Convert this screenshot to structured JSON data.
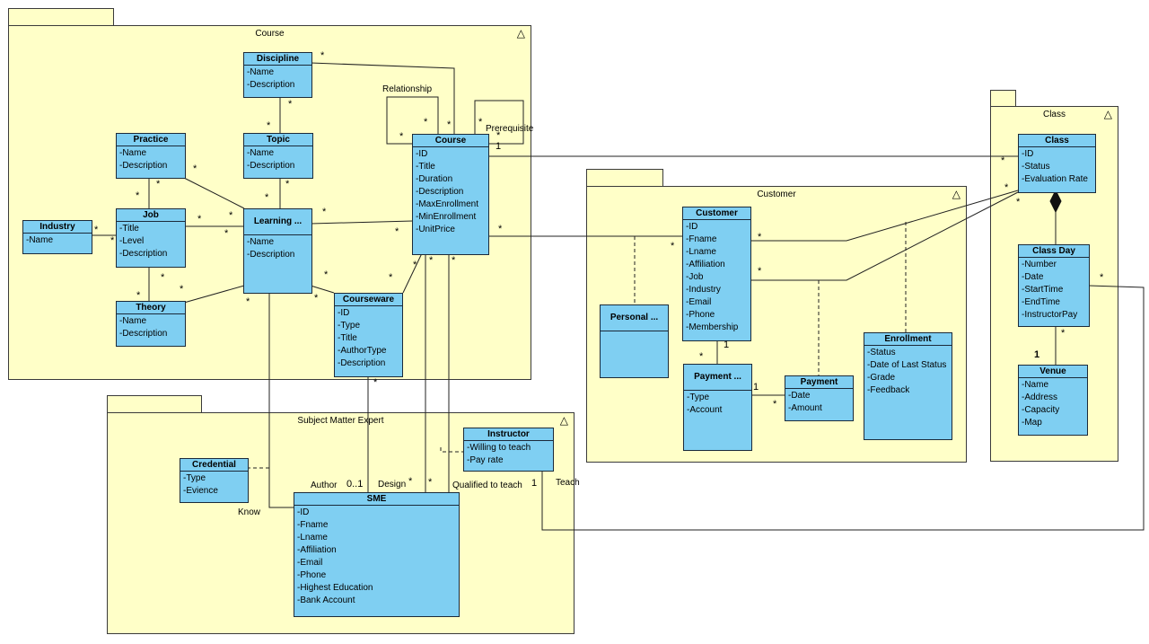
{
  "packages": {
    "course": "Course",
    "class": "Class",
    "customer": "Customer",
    "sme": "Subject Matter Expert"
  },
  "classes": {
    "discipline": {
      "name": "Discipline",
      "attrs": [
        "-Name",
        "-Description"
      ]
    },
    "practice": {
      "name": "Practice",
      "attrs": [
        "-Name",
        "-Description"
      ]
    },
    "topic": {
      "name": "Topic",
      "attrs": [
        "-Name",
        "-Description"
      ]
    },
    "course": {
      "name": "Course",
      "attrs": [
        "-ID",
        "-Title",
        "-Duration",
        "-Description",
        "-MaxEnrollment",
        "-MinEnrollment",
        "-UnitPrice"
      ]
    },
    "industry": {
      "name": "Industry",
      "attrs": [
        "-Name"
      ]
    },
    "job": {
      "name": "Job",
      "attrs": [
        "-Title",
        "-Level",
        "-Description"
      ]
    },
    "learning": {
      "name": "Learning ...",
      "attrs": [
        "-Name",
        "-Description"
      ]
    },
    "theory": {
      "name": "Theory",
      "attrs": [
        "-Name",
        "-Description"
      ]
    },
    "courseware": {
      "name": "Courseware",
      "attrs": [
        "-ID",
        "-Type",
        "-Title",
        "-AuthorType",
        "-Description"
      ]
    },
    "class": {
      "name": "Class",
      "attrs": [
        "-ID",
        "-Status",
        "-Evaluation Rate"
      ]
    },
    "classday": {
      "name": "Class Day",
      "attrs": [
        "-Number",
        "-Date",
        "-StartTime",
        "-EndTime",
        "-InstructorPay"
      ]
    },
    "venue": {
      "name": "Venue",
      "attrs": [
        "-Name",
        "-Address",
        "-Capacity",
        "-Map"
      ]
    },
    "customer": {
      "name": "Customer",
      "attrs": [
        "-ID",
        "-Fname",
        "-Lname",
        "-Affiliation",
        "-Job",
        "-Industry",
        "-Email",
        "-Phone",
        "-Membership"
      ]
    },
    "personal": {
      "name": "Personal ...",
      "attrs": []
    },
    "paymentm": {
      "name": "Payment ...",
      "attrs": [
        "-Type",
        "-Account"
      ]
    },
    "payment": {
      "name": "Payment",
      "attrs": [
        "-Date",
        "-Amount"
      ]
    },
    "enrollment": {
      "name": "Enrollment",
      "attrs": [
        "-Status",
        "-Date of Last Status",
        "-Grade",
        "-Feedback"
      ]
    },
    "credential": {
      "name": "Credential",
      "attrs": [
        "-Type",
        "-Evience"
      ]
    },
    "instructor": {
      "name": "Instructor",
      "attrs": [
        "-Willing to teach",
        "-Pay rate"
      ]
    },
    "sme": {
      "name": "SME",
      "attrs": [
        "-ID",
        "-Fname",
        "-Lname",
        "-Affiliation",
        "-Email",
        "-Phone",
        "-Highest Education",
        "-Bank Account"
      ]
    }
  },
  "labels": {
    "relationship": "Relationship",
    "prerequisite": "Prerequisite",
    "author": "Author",
    "design": "Design",
    "qualified": "Qualified to teach",
    "teach": "Teach",
    "know": "Know"
  },
  "multiplicities": {
    "star": "*",
    "one": "1",
    "zero_one": "0..1"
  },
  "colors": {
    "class_fill": "#7fcff2",
    "package_fill": "#ffffc8"
  }
}
